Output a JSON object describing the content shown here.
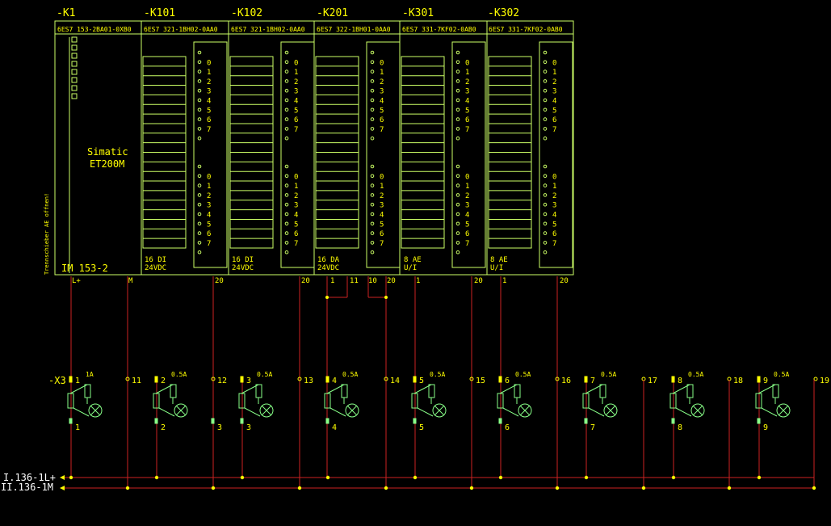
{
  "colors": {
    "background": "#000000",
    "module_outline": "#ccff66",
    "label_yellow": "#ffff00",
    "wire_red": "#cc2222",
    "terminal_green": "#66ff66",
    "symbol_green": "#88ff88",
    "bus_label": "#ffffff"
  },
  "im": {
    "tag": "-K1",
    "part": "6ES7 153-2BA01-0XB0",
    "name_line1": "Simatic",
    "name_line2": "ET200M",
    "model": "IM 153-2",
    "side_text": "Trennschieber AE offnen!",
    "terminals": [
      "L+",
      "M"
    ]
  },
  "modules": [
    {
      "tag": "-K101",
      "part": "6ES7 321-1BH02-0AA0",
      "desc1": "16 DI",
      "desc2": "24VDC",
      "terminals": [
        "20"
      ]
    },
    {
      "tag": "-K102",
      "part": "6ES7 321-1BH02-0AA0",
      "desc1": "16 DI",
      "desc2": "24VDC",
      "terminals": [
        "20"
      ]
    },
    {
      "tag": "-K201",
      "part": "6ES7 322-1BH01-0AA0",
      "desc1": "16 DA",
      "desc2": "24VDC",
      "terminals": [
        "1",
        "11",
        "10",
        "20"
      ]
    },
    {
      "tag": "-K301",
      "part": "6ES7 331-7KF02-0AB0",
      "desc1": "8 AE",
      "desc2": "U/I",
      "terminals": [
        "1",
        "20"
      ]
    },
    {
      "tag": "-K302",
      "part": "6ES7 331-7KF02-0AB0",
      "desc1": "8 AE",
      "desc2": "U/I",
      "terminals": [
        "1",
        "20"
      ]
    }
  ],
  "channel_labels": [
    "0",
    "1",
    "2",
    "3",
    "4",
    "5",
    "6",
    "7"
  ],
  "terminal_block": {
    "tag": "-X3",
    "fuses": [
      {
        "top": "1",
        "bottom": "1",
        "rating": "1A",
        "common": "11"
      },
      {
        "top": "2",
        "bottom": "2",
        "rating": "0.5A",
        "common": "12"
      },
      {
        "top": "3",
        "bottom": "3",
        "rating": "0.5A",
        "common": "13"
      },
      {
        "top": "4",
        "bottom": "4",
        "rating": "0.5A",
        "common": "14"
      },
      {
        "top": "5",
        "bottom": "5",
        "rating": "0.5A",
        "common": "15"
      },
      {
        "top": "6",
        "bottom": "6",
        "rating": "0.5A",
        "common": "16"
      },
      {
        "top": "7",
        "bottom": "7",
        "rating": "0.5A",
        "common": "17"
      },
      {
        "top": "8",
        "bottom": "8",
        "rating": "0.5A",
        "common": "18"
      },
      {
        "top": "9",
        "bottom": "9",
        "rating": "0.5A",
        "common": "19"
      }
    ]
  },
  "buses": {
    "plus": "I.136-1L+",
    "minus": "II.136-1M"
  }
}
